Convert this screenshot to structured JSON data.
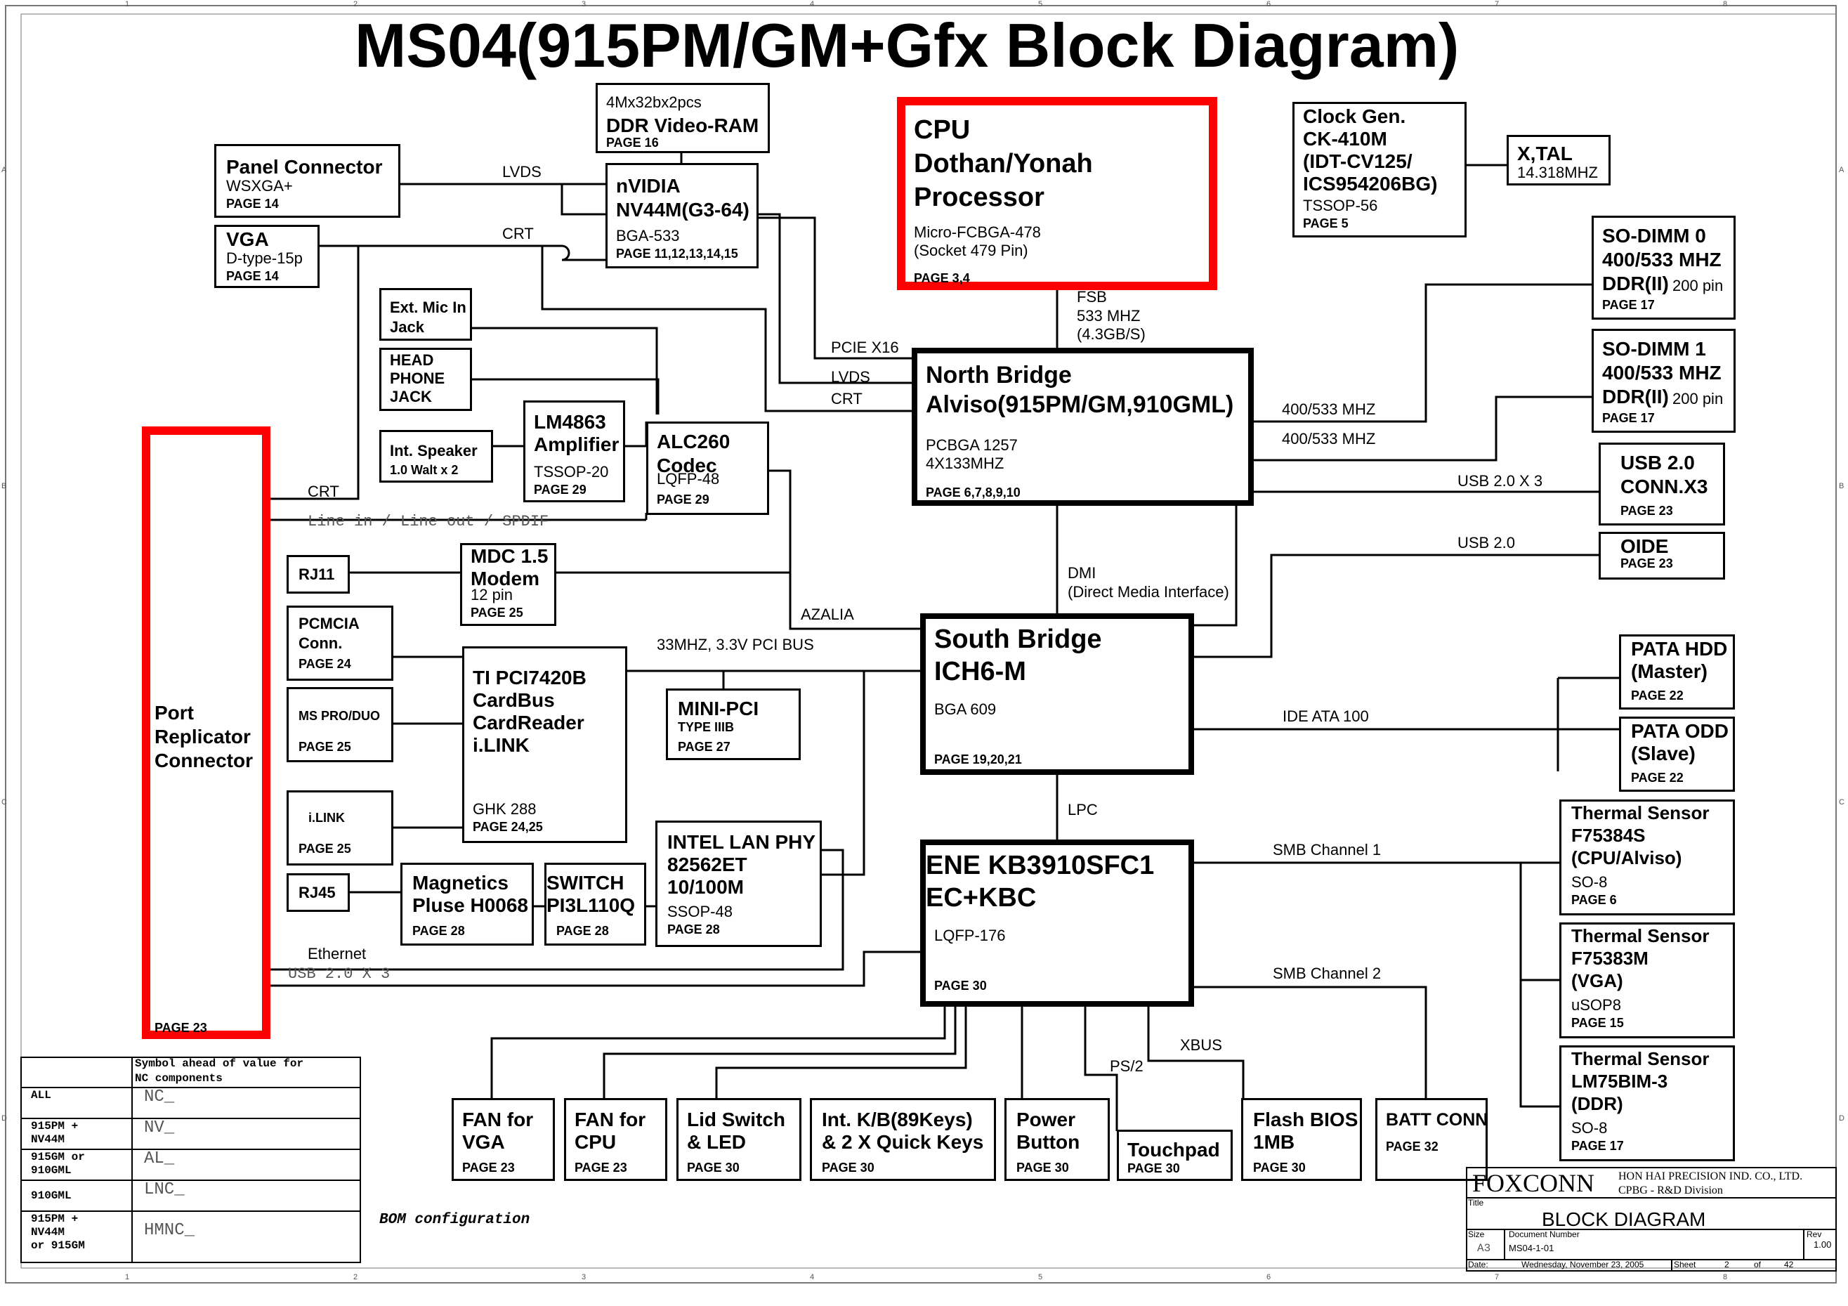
{
  "title": "MS04(915PM/GM+Gfx Block Diagram)",
  "blocks": {
    "ddr_vram": {
      "line1": "4Mx32bx2pcs",
      "name": "DDR Video-RAM",
      "page": "PAGE 16"
    },
    "nvidia": {
      "name1": "nVIDIA",
      "name2": "NV44M(G3-64)",
      "pkg": "BGA-533",
      "page": "PAGE 11,12,13,14,15"
    },
    "cpu": {
      "name1": "CPU",
      "name2": "Dothan/Yonah",
      "name3": "Processor",
      "pkg1": "Micro-FCBGA-478",
      "pkg2": "(Socket 479 Pin)",
      "page": "PAGE 3,4"
    },
    "clock": {
      "name1": "Clock Gen.",
      "name2": "CK-410M",
      "name3": "(IDT-CV125/",
      "name4": "ICS954206BG)",
      "pkg": "TSSOP-56",
      "page": "PAGE 5"
    },
    "xtal": {
      "name": "X,TAL",
      "freq": "14.318MHZ"
    },
    "panel": {
      "name": "Panel Connector",
      "sub": "WSXGA+",
      "page": "PAGE 14"
    },
    "vga": {
      "name": "VGA",
      "sub": "D-type-15p",
      "page": "PAGE 14"
    },
    "extmic": {
      "name1": "Ext. Mic In",
      "name2": "Jack"
    },
    "headphone": {
      "name1": "HEAD",
      "name2": "PHONE",
      "name3": "JACK"
    },
    "intspeaker": {
      "name": "Int. Speaker",
      "sub": "1.0 Walt x 2"
    },
    "lm4863": {
      "name1": "LM4863",
      "name2": "Amplifier",
      "pkg": "TSSOP-20",
      "page": "PAGE 29"
    },
    "alc260": {
      "name1": "ALC260",
      "name2": "Codec",
      "pkg": "LQFP-48",
      "page": "PAGE 29"
    },
    "northbridge": {
      "name1": "North Bridge",
      "name2": "Alviso(915PM/GM,910GML)",
      "pkg": "PCBGA 1257",
      "clk": "4X133MHZ",
      "page": "PAGE 6,7,8,9,10"
    },
    "sodimm0": {
      "name1": "SO-DIMM 0",
      "name2": "400/533 MHZ",
      "name3": "DDR(II)",
      "pins": "200 pin",
      "page": "PAGE 17"
    },
    "sodimm1": {
      "name1": "SO-DIMM 1",
      "name2": "400/533 MHZ",
      "name3": "DDR(II)",
      "pins": "200 pin",
      "page": "PAGE 17"
    },
    "usbconn": {
      "name1": "USB 2.0",
      "name2": "CONN.X3",
      "page": "PAGE 23"
    },
    "oide": {
      "name": "OIDE",
      "page": "PAGE 23"
    },
    "port": {
      "name1": "Port",
      "name2": "Replicator",
      "name3": "Connector",
      "page": "PAGE 23"
    },
    "rj11": {
      "name": "RJ11"
    },
    "mdc": {
      "name1": "MDC 1.5",
      "name2": "Modem",
      "sub": "12 pin",
      "page": "PAGE 25"
    },
    "pcmcia": {
      "name1": "PCMCIA",
      "name2": "Conn.",
      "page": "PAGE 24"
    },
    "mspro": {
      "name": "MS PRO/DUO",
      "page": "PAGE 25"
    },
    "ilink": {
      "name": "i.LINK",
      "page": "PAGE 25"
    },
    "ti": {
      "name1": "TI PCI7420B",
      "name2": "CardBus",
      "name3": "CardReader",
      "name4": "i.LINK",
      "pkg": "GHK 288",
      "page": "PAGE 24,25"
    },
    "minipci": {
      "name": "MINI-PCI",
      "sub": "TYPE IIIB",
      "page": "PAGE 27"
    },
    "southbridge": {
      "name1": "South Bridge",
      "name2": "ICH6-M",
      "pkg": "BGA 609",
      "page": "PAGE 19,20,21"
    },
    "patahdd": {
      "name1": "PATA HDD",
      "name2": "(Master)",
      "page": "PAGE 22"
    },
    "pataodd": {
      "name1": "PATA ODD",
      "name2": "(Slave)",
      "page": "PAGE 22"
    },
    "intellan": {
      "name1": "INTEL LAN PHY",
      "name2": "82562ET",
      "name3": "10/100M",
      "pkg": "SSOP-48",
      "page": "PAGE 28"
    },
    "rj45": {
      "name": "RJ45"
    },
    "magnetics": {
      "name1": "Magnetics",
      "name2": "Pluse H0068",
      "page": "PAGE 28"
    },
    "switch": {
      "name1": "SWITCH",
      "name2": "PI3L110Q",
      "page": "PAGE 28"
    },
    "ene": {
      "name1": "ENE KB3910SFC1",
      "name2": "EC+KBC",
      "pkg": "LQFP-176",
      "page": "PAGE 30"
    },
    "therm1": {
      "name1": "Thermal Sensor",
      "name2": "F75384S",
      "name3": "(CPU/Alviso)",
      "pkg": "SO-8",
      "page": "PAGE 6"
    },
    "therm2": {
      "name1": "Thermal Sensor",
      "name2": "F75383M",
      "name3": "(VGA)",
      "pkg": "uSOP8",
      "page": "PAGE 15"
    },
    "therm3": {
      "name1": "Thermal Sensor",
      "name2": "LM75BIM-3",
      "name3": "(DDR)",
      "pkg": "SO-8",
      "page": "PAGE 17"
    },
    "fanvga": {
      "name1": "FAN for",
      "name2": "VGA",
      "page": "PAGE 23"
    },
    "fancpu": {
      "name1": "FAN for",
      "name2": "CPU",
      "page": "PAGE 23"
    },
    "lid": {
      "name1": "Lid Switch",
      "name2": "& LED",
      "page": "PAGE 30"
    },
    "kb": {
      "name1": "Int. K/B(89Keys)",
      "name2": "& 2 X Quick Keys",
      "page": "PAGE 30"
    },
    "power": {
      "name1": "Power",
      "name2": "Button",
      "page": "PAGE 30"
    },
    "touchpad": {
      "name": "Touchpad",
      "page": "PAGE 30"
    },
    "flash": {
      "name1": "Flash BIOS",
      "name2": "1MB",
      "page": "PAGE 30"
    },
    "batt": {
      "name": "BATT CONN",
      "page": "PAGE 32"
    }
  },
  "signals": {
    "lvds1": "LVDS",
    "crt1": "CRT",
    "pcie": "PCIE X16",
    "lvds2": "LVDS",
    "crt2": "CRT",
    "fsb1": "FSB",
    "fsb2": "533 MHZ",
    "fsb3": "(4.3GB/S)",
    "mem1": "400/533 MHZ",
    "mem2": "400/533 MHZ",
    "usb3": "USB 2.0 X 3",
    "usb1": "USB 2.0",
    "dmi1": "DMI",
    "dmi2": "(Direct Media Interface)",
    "azalia": "AZALIA",
    "pcibus": "33MHZ, 3.3V PCI BUS",
    "crt_port": "CRT",
    "linein": "Line in / Line out / SPDIF",
    "ide": "IDE ATA 100",
    "lpc": "LPC",
    "smb1": "SMB Channel 1",
    "smb2": "SMB Channel 2",
    "xbus": "XBUS",
    "ps2": "PS/2",
    "ethernet": "Ethernet",
    "usbx3": "USB 2.0 X 3"
  },
  "bom": {
    "header1": "Symbol ahead of value for",
    "header2": "NC components",
    "rows": [
      {
        "config": "ALL",
        "symbol": "NC_"
      },
      {
        "config": "915PM +\nNV44M",
        "symbol": "NV_"
      },
      {
        "config": "915GM or\n910GML",
        "symbol": "AL_"
      },
      {
        "config": "910GML",
        "symbol": "LNC_"
      },
      {
        "config": "915PM +\nNV44M\nor 915GM",
        "symbol": "HMNC_"
      }
    ],
    "caption": "BOM configuration"
  },
  "titleblock": {
    "company": "FOXCONN",
    "org1": "HON HAI PRECISION IND. CO., LTD.",
    "org2": "CPBG - R&D Division",
    "title_label": "Title",
    "title": "BLOCK DIAGRAM",
    "size_label": "Size",
    "size": "A3",
    "docnum_label": "Document Number",
    "docnum": "MS04-1-01",
    "rev_label": "Rev",
    "rev": "1.00",
    "date_label": "Date:",
    "date": "Wednesday, November 23, 2005",
    "sheet_label": "Sheet",
    "sheet": "2",
    "of_label": "of",
    "of": "42"
  },
  "frame": {
    "cols": [
      "1",
      "2",
      "3",
      "4",
      "5",
      "6",
      "7",
      "8"
    ],
    "rows": [
      "A",
      "B",
      "C",
      "D"
    ]
  }
}
